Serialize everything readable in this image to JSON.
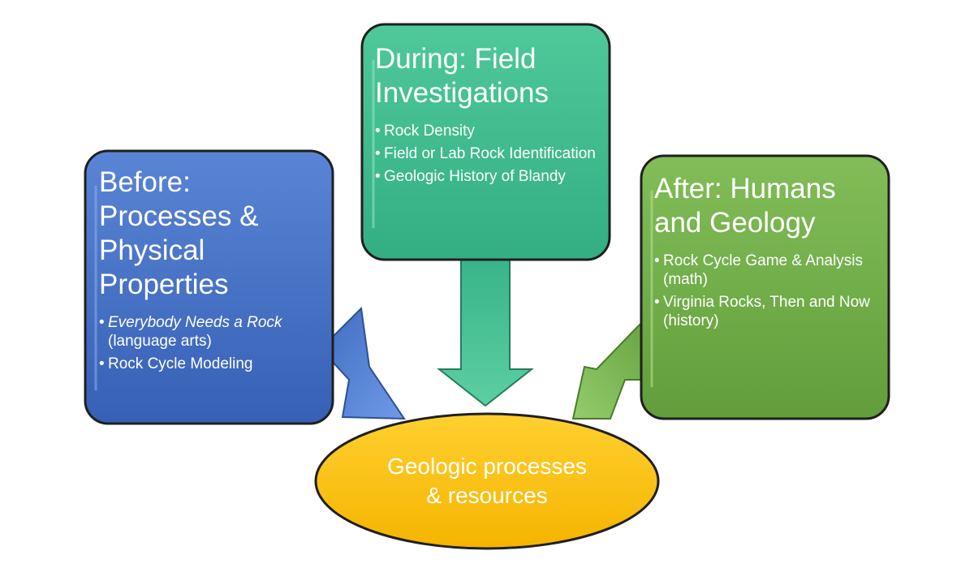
{
  "diagram": {
    "before": {
      "title": "Before: Processes & Physical Properties",
      "items": [
        {
          "italic": "Everybody Needs a Rock",
          "text": " (language arts)"
        },
        {
          "italic": "",
          "text": "Rock Cycle Modeling"
        }
      ],
      "color": "#4472C4"
    },
    "during": {
      "title": "During: Field Investigations",
      "items": [
        {
          "italic": "",
          "text": "Rock Density"
        },
        {
          "italic": "",
          "text": "Field or Lab Rock Identification"
        },
        {
          "italic": "",
          "text": "Geologic History of Blandy"
        }
      ],
      "color": "#3DBB8D"
    },
    "after": {
      "title": "After: Humans and Geology",
      "items": [
        {
          "italic": "",
          "text": "Rock Cycle Game & Analysis (math)"
        },
        {
          "italic": "",
          "text": "Virginia Rocks, Then and Now (history)"
        }
      ],
      "color": "#70AD47"
    },
    "center": {
      "line1": "Geologic processes",
      "line2": "& resources",
      "color": "#FFC000"
    }
  }
}
